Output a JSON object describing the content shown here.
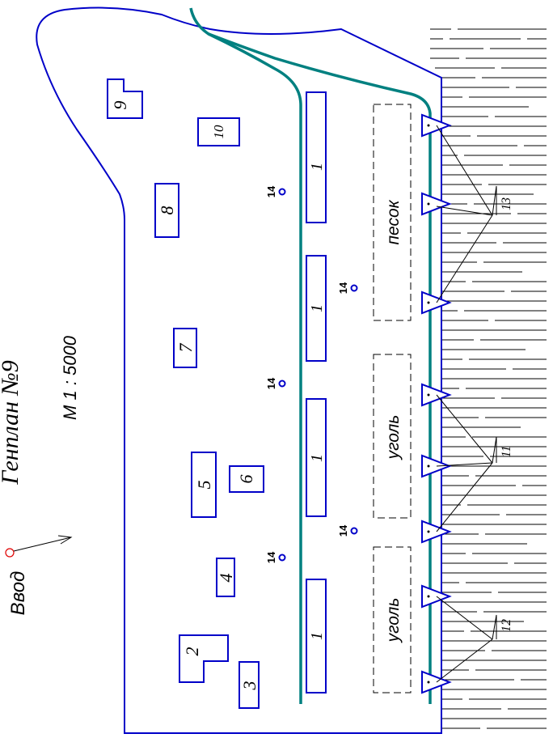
{
  "title": "Генплан №9",
  "scale": "М 1 : 5000",
  "entrance": "Ввод",
  "zones": {
    "sand": "песок",
    "coal_upper": "уголь",
    "coal_lower": "уголь"
  },
  "buildings": {
    "b1_top": "1",
    "b1_second": "1",
    "b1_third": "1",
    "b1_bottom": "1",
    "b2": "2",
    "b3": "3",
    "b4": "4",
    "b5": "5",
    "b6": "6",
    "b7": "7",
    "b8": "8",
    "b9": "9",
    "b10": "10"
  },
  "hydrants": {
    "h1": "14",
    "h2": "14",
    "h3": "14",
    "h4": "14",
    "h5": "14"
  },
  "cranes": {
    "group_top": "13",
    "group_middle": "11",
    "group_bottom": "12"
  },
  "colors": {
    "outline": "#0000c8",
    "rail": "#008080",
    "entrance_marker": "#e00000",
    "water": "#000000"
  }
}
